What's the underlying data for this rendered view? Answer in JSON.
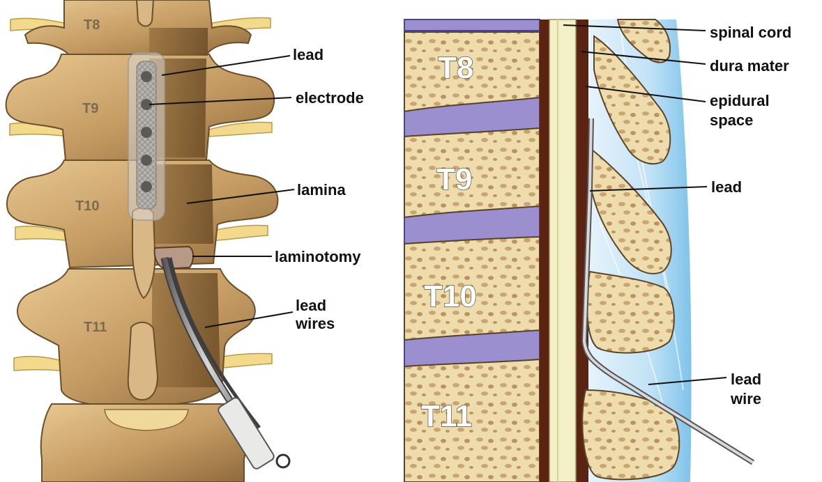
{
  "left_panel": {
    "vertebrae": [
      "T8",
      "T9",
      "T10",
      "T11"
    ],
    "callouts": {
      "lead": "lead",
      "electrode": "electrode",
      "lamina": "lamina",
      "laminotomy": "laminotomy",
      "lead_wires_1": "lead",
      "lead_wires_2": "wires"
    }
  },
  "right_panel": {
    "vertebrae": [
      "T8",
      "T9",
      "T10",
      "T11"
    ],
    "callouts": {
      "spinal_cord": "spinal cord",
      "dura_mater": "dura mater",
      "epidural_space_1": "epidural",
      "epidural_space_2": "space",
      "lead": "lead",
      "lead_wire_1": "lead",
      "lead_wire_2": "wire"
    }
  },
  "colors": {
    "bone": "#c9a46e",
    "bone_shadow": "#8a6638",
    "bone_light": "#f1dfae",
    "disc": "#9b8fd0",
    "dura": "#5a2312",
    "cord": "#f3efc6",
    "csf_blue": "#bfe0f5"
  }
}
